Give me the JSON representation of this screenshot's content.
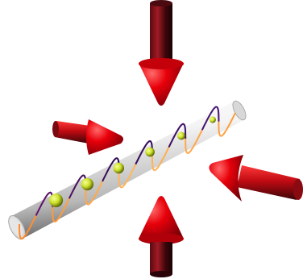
{
  "diagram": {
    "description_free": true,
    "colors": {
      "arrow_red": "#e8000a",
      "arrow_dark": "#6e0a12",
      "arrow_shaft": "#3a0a10",
      "tube_light": "#ffffff",
      "tube_dark": "#9a9a9a",
      "wave_warm": "#ff9a3c",
      "wave_cool": "#3c1e8c",
      "atom_fill": "#d7ee2a",
      "atom_dark": "#5a6a00"
    },
    "arrows": [
      {
        "name": "arrow-top",
        "direction": "down",
        "icon": "arrow-down-icon"
      },
      {
        "name": "arrow-bottom",
        "direction": "up",
        "icon": "arrow-up-icon"
      },
      {
        "name": "arrow-left",
        "direction": "right",
        "icon": "arrow-right-icon"
      },
      {
        "name": "arrow-right",
        "direction": "left",
        "icon": "arrow-left-icon"
      }
    ],
    "atom_count": 6,
    "elements": {
      "tube": "fiber-tube",
      "wave": "standing-wave",
      "atom": "trapped-atom"
    }
  }
}
